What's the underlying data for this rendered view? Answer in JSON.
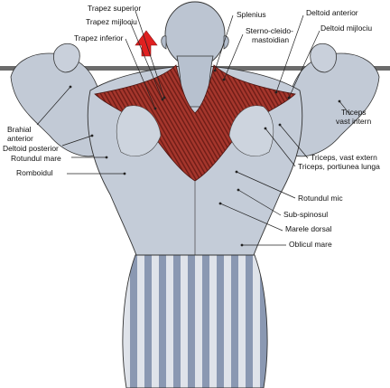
{
  "diagram": {
    "labels": {
      "trapez_superior": "Trapez superior",
      "trapez_mijlociu": "Trapez mijlociu",
      "trapez_inferior": "Trapez inferior",
      "splenius": "Splenius",
      "sterno_line1": "Sterno-cleido-",
      "sterno_line2": "mastoidian",
      "deltoid_anterior": "Deltoid anterior",
      "deltoid_mijlociu": "Deltoid mijlociu",
      "brahial_line1": "Brahial",
      "brahial_line2": "anterior",
      "deltoid_posterior": "Deltoid posterior",
      "rotundul_mare": "Rotundul mare",
      "romboidul": "Romboidul",
      "triceps_vi_line1": "Triceps",
      "triceps_vi_line2": "vast intern",
      "triceps_vast_extern": "Triceps, vast extern",
      "triceps_portiunea_lunga": "Triceps, portiunea lunga",
      "rotundul_mic": "Rotundul mic",
      "sub_spinosul": "Sub-spinosul",
      "marele_dorsal": "Marele dorsal",
      "oblicul_mare": "Oblicul mare"
    },
    "colors": {
      "muscle_red": "#a0322a",
      "skin_blue": "#c4ccd8",
      "stripe_blue": "#7f8fa8",
      "arrow_red": "#e02020",
      "bar_gray": "#6b6b6b"
    }
  }
}
